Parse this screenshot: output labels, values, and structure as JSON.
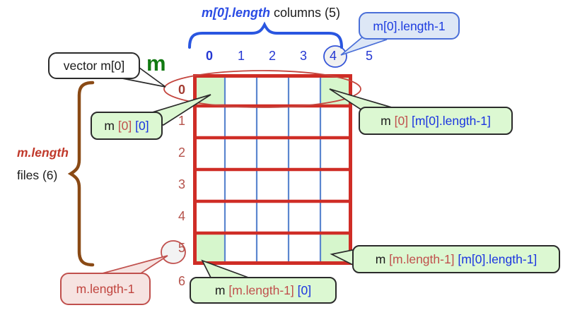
{
  "title": {
    "accent": "m[0].length",
    "rest": " columns (5)"
  },
  "matrix_label": "m",
  "axis": {
    "col_numbers": [
      "0",
      "1",
      "2",
      "3",
      "4",
      "5"
    ],
    "row_numbers": [
      "0",
      "1",
      "2",
      "3",
      "4",
      "5",
      "6"
    ]
  },
  "side_label": {
    "accent": "m.length",
    "rest": "files (6)"
  },
  "grid": {
    "rows": 6,
    "cols": 5,
    "highlighted_cells": [
      "row 0 col 0",
      "row 0 col 4",
      "row 5 col 0",
      "row 5 col 4"
    ]
  },
  "callouts": {
    "vector_m0": "vector m[0]",
    "col_index_max": "m[0].length-1",
    "row_index_max": "m.length-1",
    "cell_first_first": [
      {
        "text": "m ",
        "color": "black"
      },
      {
        "text": "[0]",
        "color": "red"
      },
      {
        "text": " ",
        "color": "black"
      },
      {
        "text": "[0]",
        "color": "blue"
      }
    ],
    "cell_first_last": [
      {
        "text": "m ",
        "color": "black"
      },
      {
        "text": "[0]",
        "color": "red"
      },
      {
        "text": " ",
        "color": "black"
      },
      {
        "text": "[m[0].length-1]",
        "color": "blue"
      }
    ],
    "cell_last_last": [
      {
        "text": "m ",
        "color": "black"
      },
      {
        "text": "[m.length-1]",
        "color": "red"
      },
      {
        "text": " ",
        "color": "black"
      },
      {
        "text": "[m[0].length-1]",
        "color": "blue"
      }
    ],
    "cell_last_first": [
      {
        "text": "m ",
        "color": "black"
      },
      {
        "text": "[m.length-1]",
        "color": "red"
      },
      {
        "text": " ",
        "color": "black"
      },
      {
        "text": "[0]",
        "color": "blue"
      }
    ]
  },
  "colors": {
    "grid_border_red": "#cf2d26",
    "grid_line_blue": "#5b86cf",
    "highlight_green": "#d6f6cc",
    "accent_blue": "#2a4be4",
    "matrix_green": "#117a11",
    "row_label_red": "#b5524b",
    "brace_brown": "#8a4a15",
    "callout_green_bg": "#dcf8d2",
    "callout_blue_bg": "#dde7f6",
    "callout_pink_bg": "#f6e3e1",
    "ellipse_red": "#c4453e"
  }
}
